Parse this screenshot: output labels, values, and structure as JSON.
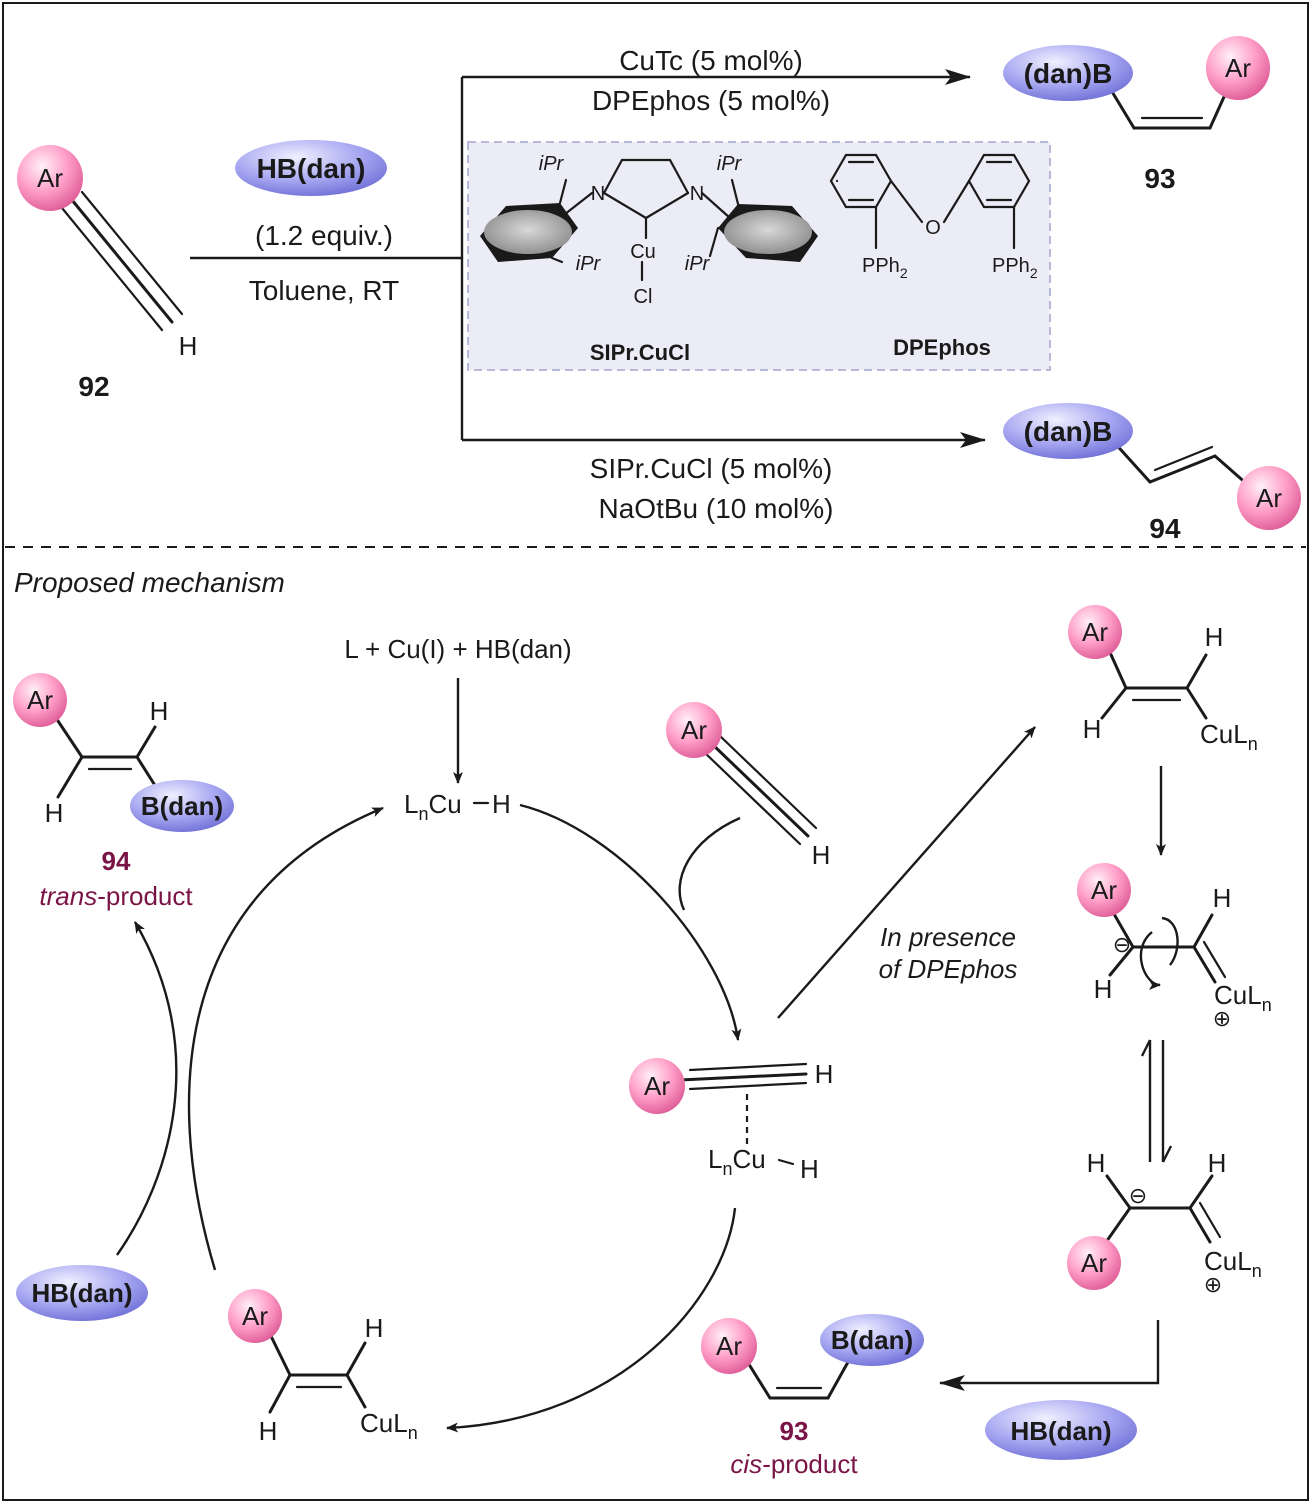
{
  "labels": {
    "ar": "Ar",
    "h": "H",
    "hbdan": "HB(dan)",
    "danb": "(dan)B",
    "bdan": "B(dan)",
    "cuLn_base": "CuL",
    "n": "n",
    "ln_L": "L",
    "ln_cu": "Cu",
    "ln_h": "H",
    "ligand_ipr": "iPr",
    "ligand_n": "N",
    "ligand_cu": "Cu",
    "ligand_cl": "Cl",
    "ligand_o": "O",
    "ligand_pph": "PPh",
    "ligand_2": "2",
    "minus": "⊖",
    "plus": "⊕"
  },
  "scheme": {
    "top_cond1": "CuTc (5 mol%)",
    "top_cond2": "DPEphos (5 mol%)",
    "reagent_equiv": "(1.2 equiv.)",
    "reagent_solvent": "Toluene, RT",
    "bottom_cond1": "SIPr.CuCl (5 mol%)",
    "bottom_cond2": "NaOtBu (10 mol%)",
    "ligand1_name": "SIPr.CuCl",
    "ligand2_name": "DPEphos",
    "cpd_92": "92",
    "cpd_93": "93",
    "cpd_94": "94"
  },
  "mechanism": {
    "title": "Proposed mechanism",
    "init": "L +  Cu(I)  + HB(dan)",
    "presence1": "In presence",
    "presence2": "of DPEphos",
    "trans_num": "94",
    "trans_italic": "trans",
    "trans_rest": "-product",
    "cis_num": "93",
    "cis_italic": "cis",
    "cis_rest": "-product"
  },
  "colors": {
    "ar_fill": "#ff9ec8",
    "b_fill": "#a6a6f2",
    "maroon": "#7a1446",
    "ligand_box": "#ececf6"
  }
}
